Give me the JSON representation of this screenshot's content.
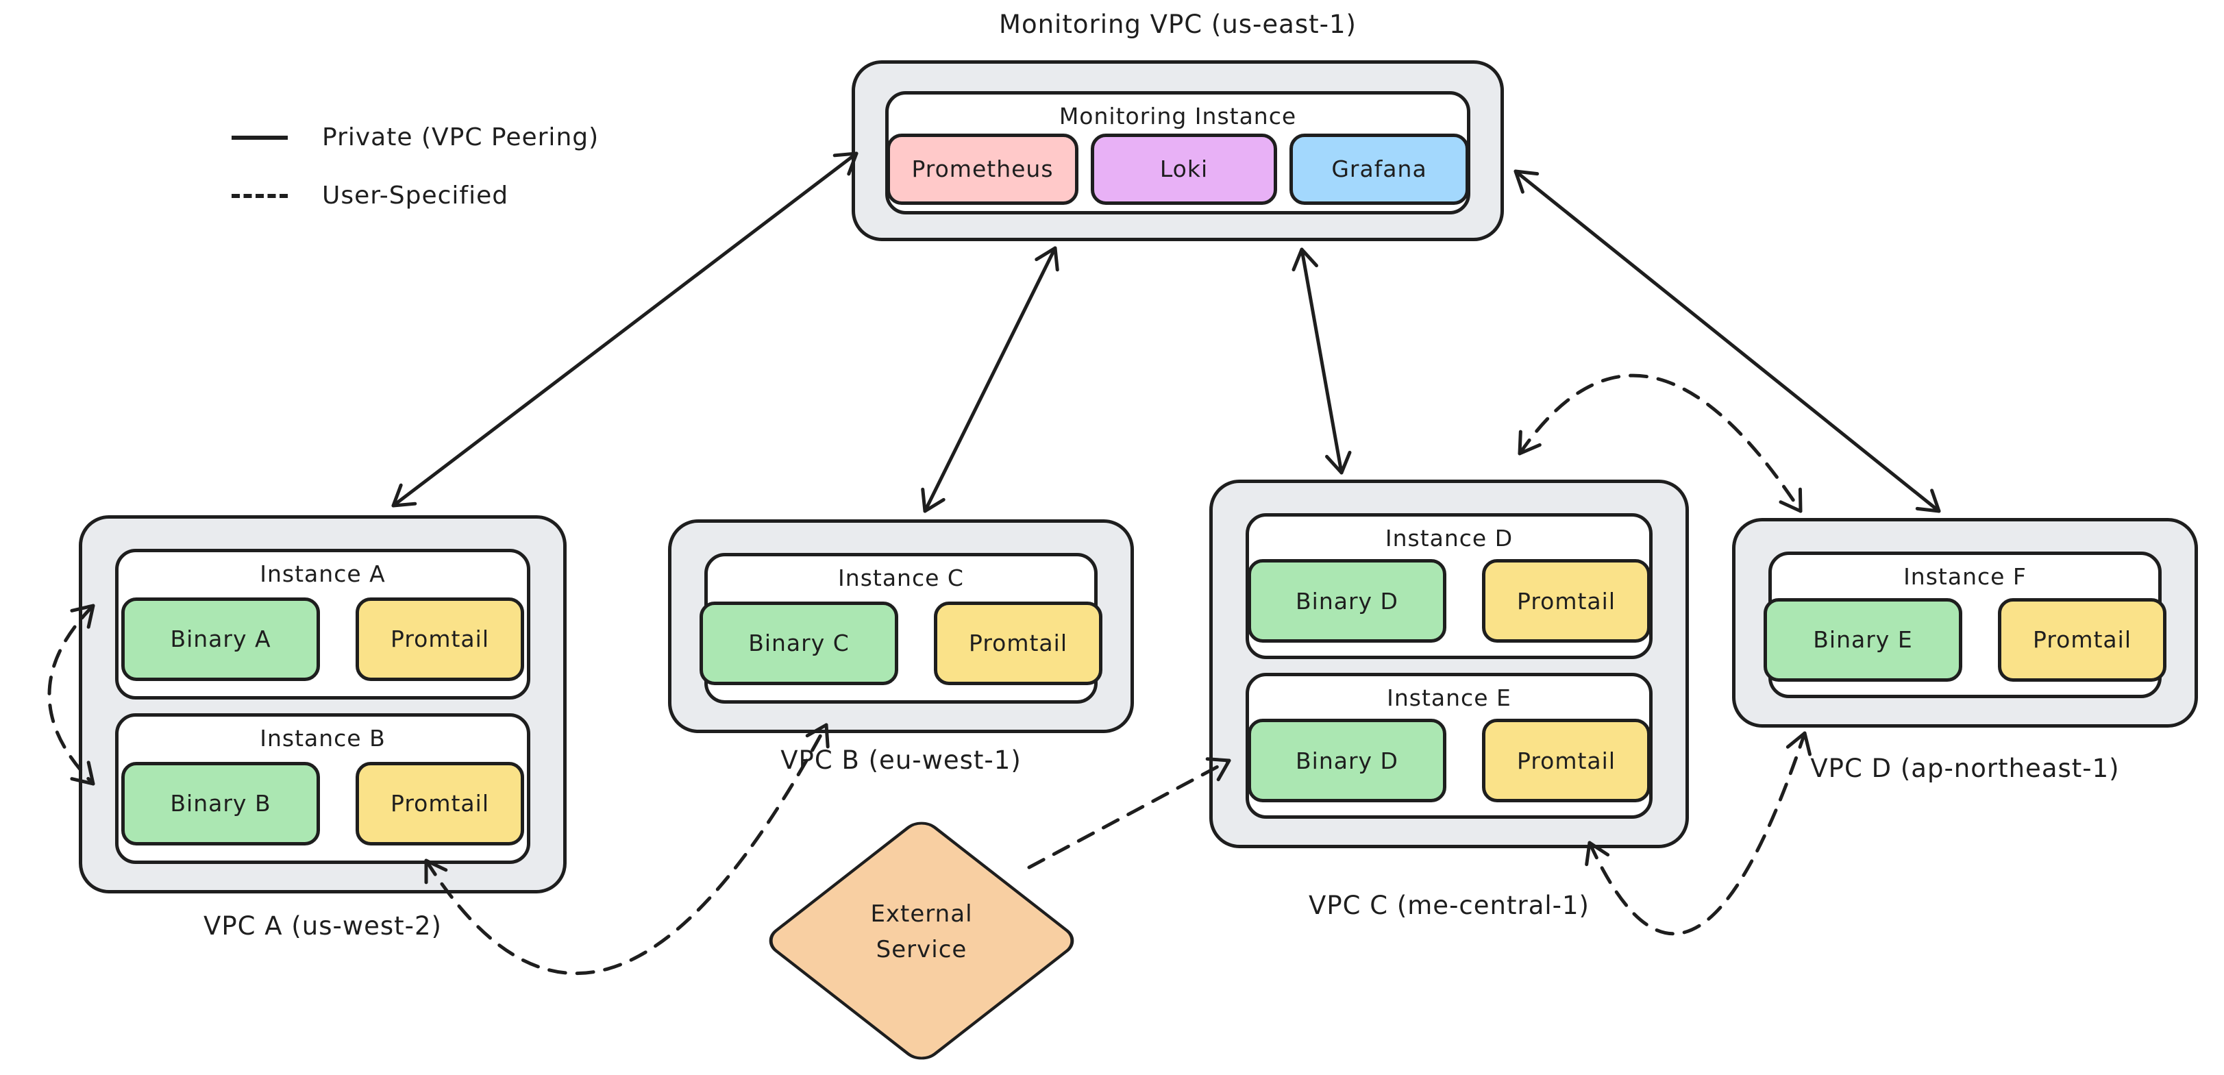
{
  "legend": {
    "items": [
      {
        "style": "solid",
        "label": "Private (VPC Peering)"
      },
      {
        "style": "dashed",
        "label": "User-Specified"
      }
    ]
  },
  "monitoring_vpc": {
    "label": "Monitoring VPC (us-east-1)",
    "instance": {
      "title": "Monitoring Instance",
      "services": [
        {
          "label": "Prometheus",
          "color": "#ffc9c9"
        },
        {
          "label": "Loki",
          "color": "#e8b1f6"
        },
        {
          "label": "Grafana",
          "color": "#a3d8fd"
        }
      ]
    }
  },
  "vpcs": [
    {
      "label": "VPC A (us-west-2)",
      "instances": [
        {
          "title": "Instance A",
          "binary": "Binary A",
          "agent": "Promtail"
        },
        {
          "title": "Instance B",
          "binary": "Binary B",
          "agent": "Promtail"
        }
      ]
    },
    {
      "label": "VPC B (eu-west-1)",
      "instances": [
        {
          "title": "Instance C",
          "binary": "Binary C",
          "agent": "Promtail"
        }
      ]
    },
    {
      "label": "VPC C (me-central-1)",
      "instances": [
        {
          "title": "Instance D",
          "binary": "Binary D",
          "agent": "Promtail"
        },
        {
          "title": "Instance E",
          "binary": "Binary D",
          "agent": "Promtail"
        }
      ]
    },
    {
      "label": "VPC D (ap-northeast-1)",
      "instances": [
        {
          "title": "Instance F",
          "binary": "Binary E",
          "agent": "Promtail"
        }
      ]
    }
  ],
  "external_service": {
    "line1": "External",
    "line2": "Service",
    "color": "#f8cfa2"
  },
  "colors": {
    "stroke": "#1e1e1e",
    "vpc_fill": "#e9ebee",
    "instance_fill": "#ffffff",
    "binary_green": "#abe7b2",
    "promtail_yellow": "#fae289",
    "prometheus_pink": "#ffc9c9",
    "loki_purple": "#e8b1f6",
    "grafana_blue": "#a3d8fd",
    "external_orange": "#f8cfa2"
  },
  "connections": [
    {
      "from": "Monitoring Instance",
      "to": "VPC A",
      "type": "Private (VPC Peering)",
      "style": "solid",
      "bidirectional": true
    },
    {
      "from": "Monitoring Instance",
      "to": "VPC B",
      "type": "Private (VPC Peering)",
      "style": "solid",
      "bidirectional": true
    },
    {
      "from": "Monitoring Instance",
      "to": "VPC C",
      "type": "Private (VPC Peering)",
      "style": "solid",
      "bidirectional": true
    },
    {
      "from": "Monitoring Instance",
      "to": "VPC D",
      "type": "Private (VPC Peering)",
      "style": "solid",
      "bidirectional": true
    },
    {
      "from": "Instance A",
      "to": "Instance B",
      "type": "User-Specified",
      "style": "dashed",
      "bidirectional": true
    },
    {
      "from": "VPC A",
      "to": "VPC B",
      "type": "User-Specified",
      "style": "dashed",
      "bidirectional": true
    },
    {
      "from": "External Service",
      "to": "Instance E (VPC C)",
      "type": "User-Specified",
      "style": "dashed",
      "bidirectional": false
    },
    {
      "from": "VPC C",
      "to": "VPC D",
      "position": "top",
      "type": "User-Specified",
      "style": "dashed",
      "bidirectional": true
    },
    {
      "from": "VPC C",
      "to": "VPC D",
      "position": "bottom",
      "type": "User-Specified",
      "style": "dashed",
      "bidirectional": true
    }
  ]
}
